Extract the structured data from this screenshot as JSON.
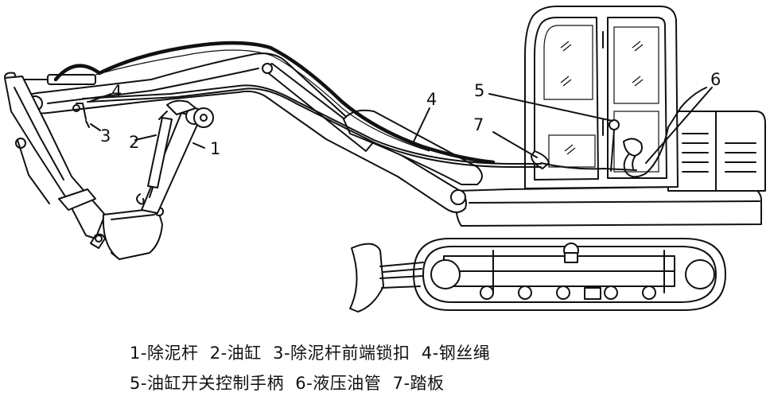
{
  "labels": {
    "n1": "1",
    "n2": "2",
    "n3": "3",
    "n4a": "4",
    "n4b": "4",
    "n5": "5",
    "n6": "6",
    "n7": "7"
  },
  "caption": {
    "line1": "1-除泥杆  2-油缸  3-除泥杆前端锁扣  4-钢丝绳",
    "line2": "5-油缸开关控制手柄  6-液压油管  7-踏板"
  }
}
